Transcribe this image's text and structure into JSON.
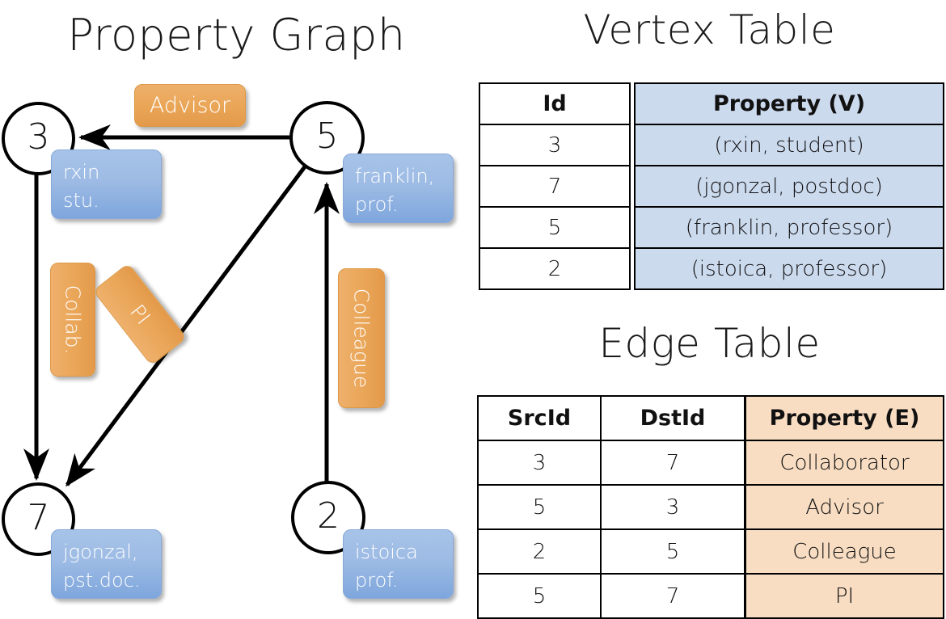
{
  "titles": {
    "property_graph": "Property Graph",
    "vertex_table": "Vertex Table",
    "edge_table": "Edge Table"
  },
  "graph": {
    "nodes": [
      {
        "id": "3",
        "property_lines": [
          "rxin",
          "stu."
        ]
      },
      {
        "id": "5",
        "property_lines": [
          "franklin,",
          "prof."
        ]
      },
      {
        "id": "7",
        "property_lines": [
          "jgonzal,",
          "pst.doc."
        ]
      },
      {
        "id": "2",
        "property_lines": [
          "istoica",
          "prof."
        ]
      }
    ],
    "edge_labels": [
      {
        "name": "advisor",
        "text": "Advisor"
      },
      {
        "name": "collab",
        "text": "Collab."
      },
      {
        "name": "pi",
        "text": "PI"
      },
      {
        "name": "colleague",
        "text": "Colleague"
      }
    ]
  },
  "vertex_table": {
    "headers": [
      "Id",
      "Property (V)"
    ],
    "rows": [
      {
        "id": "3",
        "property": "(rxin, student)"
      },
      {
        "id": "7",
        "property": "(jgonzal, postdoc)"
      },
      {
        "id": "5",
        "property": "(franklin, professor)"
      },
      {
        "id": "2",
        "property": "(istoica, professor)"
      }
    ]
  },
  "edge_table": {
    "headers": [
      "SrcId",
      "DstId",
      "Property (E)"
    ],
    "rows": [
      {
        "src": "3",
        "dst": "7",
        "property": "Collaborator"
      },
      {
        "src": "5",
        "dst": "3",
        "property": "Advisor"
      },
      {
        "src": "2",
        "dst": "5",
        "property": "Colleague"
      },
      {
        "src": "5",
        "dst": "7",
        "property": "PI"
      }
    ]
  },
  "colors": {
    "vertex_property_fill": "#ccdaee",
    "edge_property_fill": "#f8ddc2",
    "callout_blue": "#9dbbe4",
    "callout_orange": "#eaa658",
    "stroke": "#000000"
  }
}
